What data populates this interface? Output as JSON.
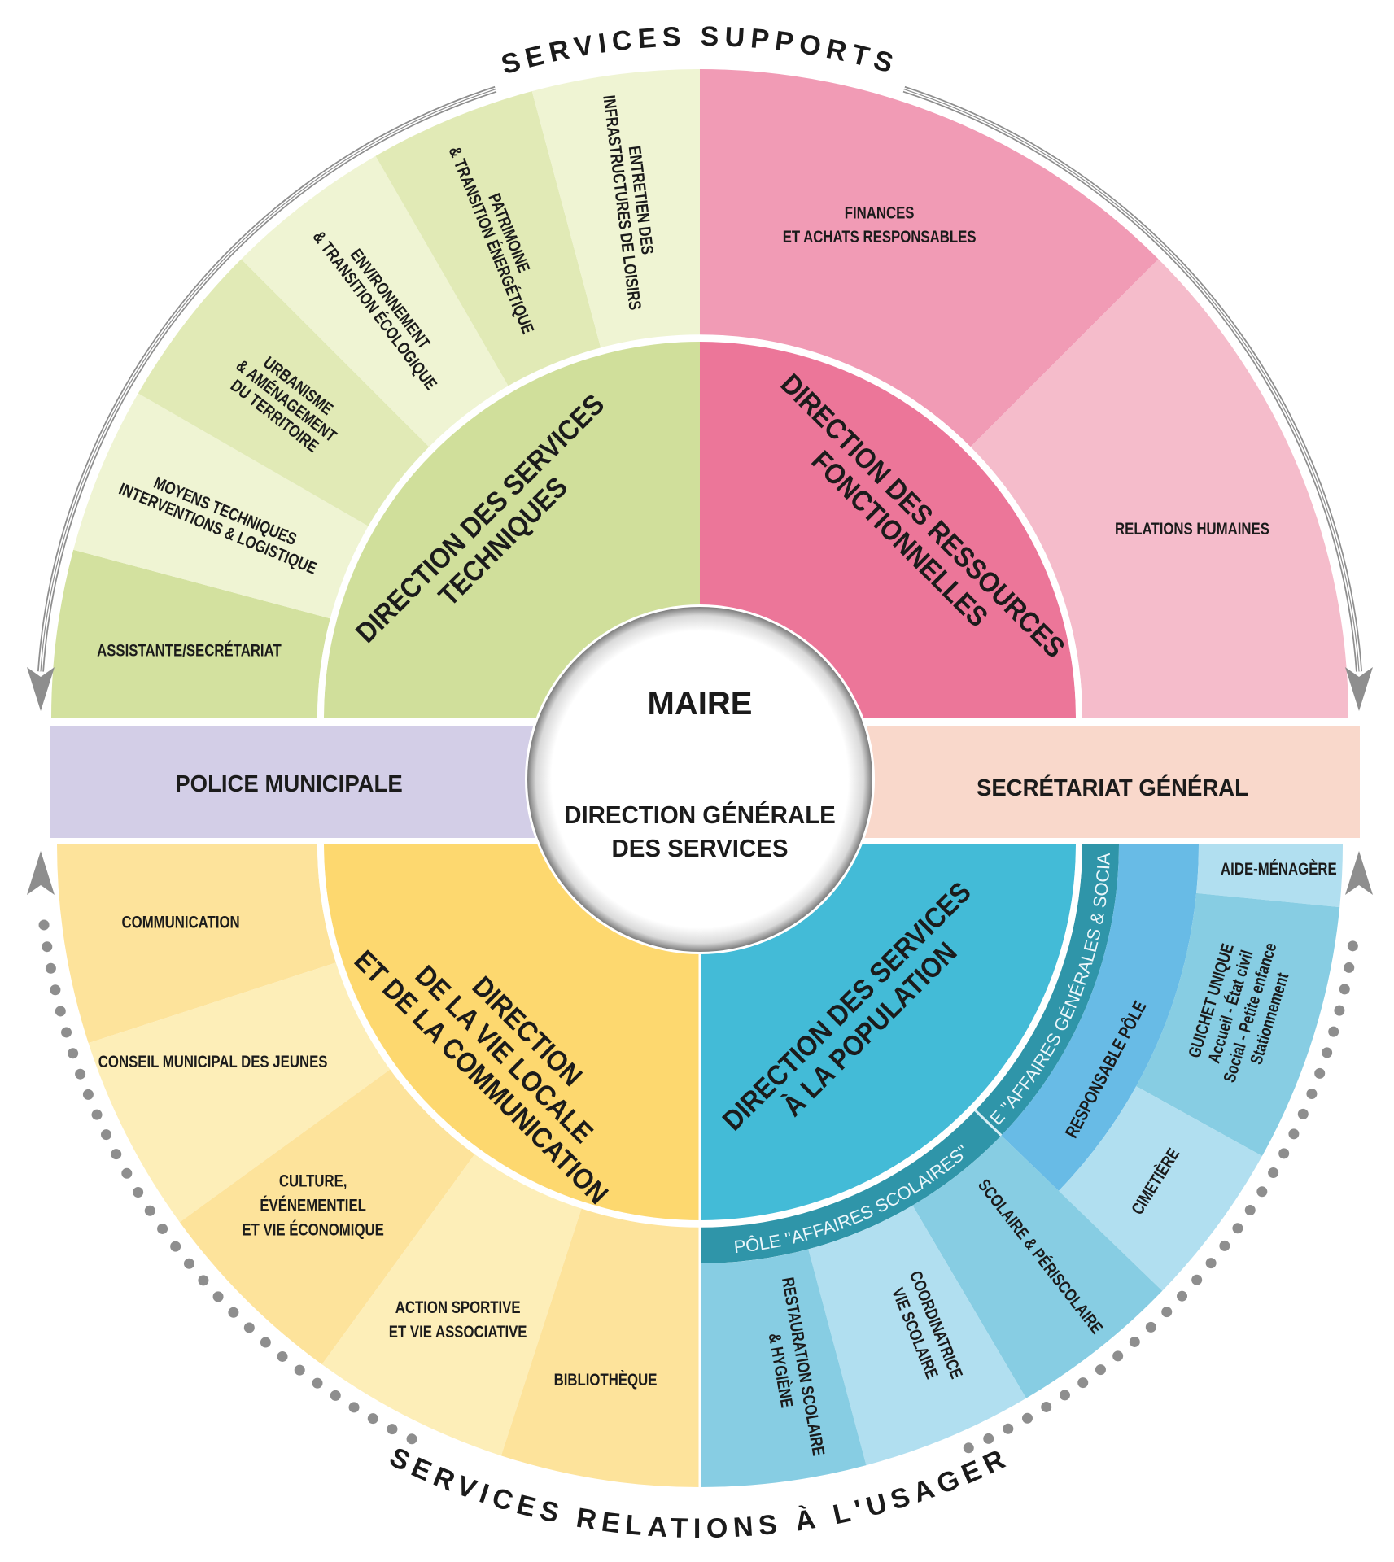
{
  "titles": {
    "top": "SERVICES SUPPORTS",
    "bottom": "SERVICES RELATIONS À L'USAGER"
  },
  "center": {
    "maire": "MAIRE",
    "dgs": [
      "DIRECTION GÉNÉRALE",
      "DES SERVICES"
    ]
  },
  "band": {
    "left": "POLICE MUNICIPALE",
    "right": "SECRÉTARIAT GÉNÉRAL"
  },
  "directions": {
    "techniques": {
      "label": [
        "DIRECTION DES SERVICES",
        "TECHNIQUES"
      ],
      "services": [
        [
          "ASSISTANTE/SECRÉTARIAT"
        ],
        [
          "MOYENS TECHNIQUES",
          "INTERVENTIONS & LOGISTIQUE"
        ],
        [
          "URBANISME",
          "& AMÉNAGEMENT",
          "DU TERRITOIRE"
        ],
        [
          "ENVIRONNEMENT",
          "& TRANSITION ÉCOLOGIQUE"
        ],
        [
          "PATRIMOINE",
          "& TRANSITION ÉNERGÉTIQUE"
        ],
        [
          "ENTRETIEN DES",
          "INFRASTRUCTURES DE LOISIRS"
        ]
      ]
    },
    "ressources": {
      "label": [
        "DIRECTION DES RESSOURCES",
        "FONCTIONNELLES"
      ],
      "services": [
        [
          "FINANCES",
          "ET ACHATS RESPONSABLES"
        ],
        [
          "RELATIONS HUMAINES"
        ]
      ]
    },
    "vie_locale": {
      "label": [
        "DIRECTION",
        "DE LA VIE LOCALE",
        "ET DE LA COMMUNICATION"
      ],
      "services": [
        [
          "COMMUNICATION"
        ],
        [
          "CONSEIL MUNICIPAL DES JEUNES"
        ],
        [
          "CULTURE,",
          "ÉVÉNEMENTIEL",
          "ET VIE ÉCONOMIQUE"
        ],
        [
          "ACTION SPORTIVE",
          "ET VIE ASSOCIATIVE"
        ],
        [
          "BIBLIOTHÈQUE"
        ]
      ]
    },
    "population": {
      "label": [
        "DIRECTION DES SERVICES",
        "À LA POPULATION"
      ],
      "pole_ags": {
        "label": "PÔLE \"AFFAIRES GÉNÉRALES & SOCIALES\"",
        "responsable": [
          "RESPONSABLE PÔLE"
        ],
        "services": [
          [
            "AIDE-MÉNAGÈRE"
          ],
          [
            "GUICHET UNIQUE",
            "Accueil - État civil",
            "Social - Petite enfance",
            "Stationnement"
          ],
          [
            "CIMETIÈRE"
          ]
        ]
      },
      "pole_scolaires": {
        "label": "PÔLE \"AFFAIRES SCOLAIRES\"",
        "services": [
          [
            "SCOLAIRE & PÉRISCOLAIRE"
          ],
          [
            "COORDINATRICE",
            "VIE SCOLAIRE"
          ],
          [
            "RESTAURATION SCOLAIRE",
            "& HYGIÈNE"
          ]
        ]
      }
    }
  },
  "colors": {
    "green_dir": "#d0df9b",
    "green_dark": "#d3e19f",
    "green_mid": "#e1eab6",
    "green_light": "#eff4d3",
    "pink_dir": "#ec7699",
    "pink_1": "#f19bb5",
    "pink_2": "#f5bccb",
    "yellow_dir": "#fdd86f",
    "yellow_1": "#fde39b",
    "yellow_2": "#fdeeb8",
    "blue_dir": "#43bbd7",
    "blue_pole": "#2f95a9",
    "blue_resp": "#68bbe6",
    "blue_1": "#87cde3",
    "blue_2": "#b1dff0",
    "lavender": "#d3cee7",
    "peach": "#f9d8cb",
    "arrow_gray": "#8e8e8e"
  }
}
